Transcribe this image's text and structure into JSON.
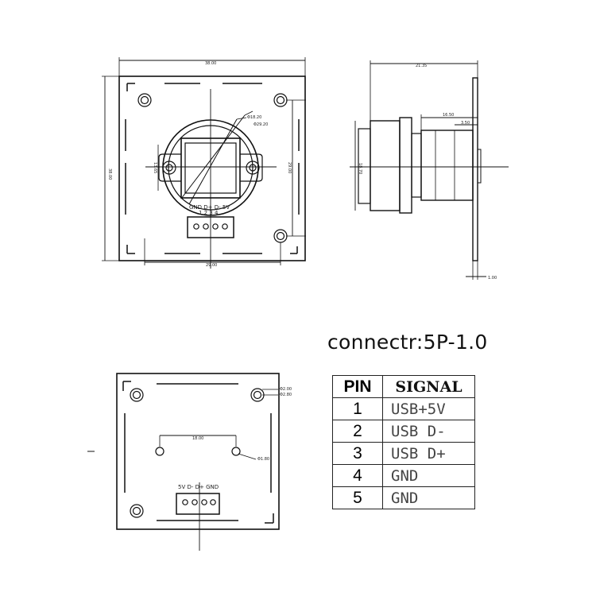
{
  "front_view": {
    "dim_overall_width": "38.00",
    "dim_overall_height": "38.00",
    "dim_hole_pitch_h": "29.00",
    "dim_hole_pitch_v": "29.00",
    "dim_holder_height": "13.65",
    "dim_lens_diameter": "Φ18.20",
    "dim_holder_diameter": "Φ29.20",
    "pin_labels": "GND D+ D- 5V",
    "pin_label_sub": "1 2 3 4"
  },
  "side_view": {
    "dim_total_depth": "21.35",
    "dim_lens_length": "16.50",
    "dim_thread": "3.50",
    "dim_body_height": "18.70",
    "dim_board_thickness": "1.00"
  },
  "back_view": {
    "dim_hole_spacing": "18.00",
    "dim_hole_diameter": "Φ1.80",
    "dim_corner_hole_a": "Φ2.00",
    "dim_corner_hole_b": "Φ2.80",
    "pin_labels": "5V D- D+ GND"
  },
  "connector": {
    "title": "connectr:5P-1.0",
    "headers": [
      "PIN",
      "SIGNAL"
    ],
    "rows": [
      {
        "pin": "1",
        "signal": "USB+5V"
      },
      {
        "pin": "2",
        "signal": "USB D-"
      },
      {
        "pin": "3",
        "signal": "USB D+"
      },
      {
        "pin": "4",
        "signal": "GND"
      },
      {
        "pin": "5",
        "signal": "GND"
      }
    ]
  }
}
